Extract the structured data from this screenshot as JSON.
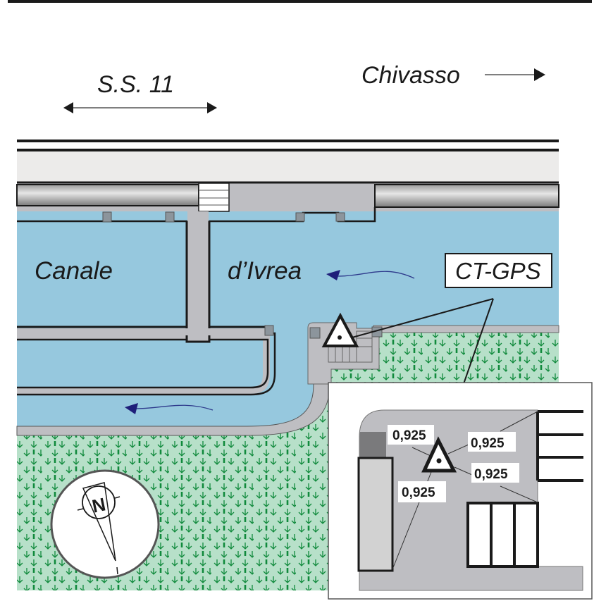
{
  "map": {
    "road_label": "S.S. 11",
    "direction_label": "Chivasso",
    "canal_label_left": "Canale",
    "canal_label_right": "d’Ivrea",
    "station_label": "CT-GPS",
    "compass_letter": "N",
    "inset_measurements": [
      "0,925",
      "0,925",
      "0,925",
      "0,925"
    ],
    "icons": [
      "double-arrow-icon",
      "right-arrow-icon",
      "flow-arrow-icon",
      "survey-triangle-icon",
      "compass-icon",
      "vegetation-pattern-icon"
    ],
    "colors": {
      "water": "#96c8de",
      "concrete": "#bebec2",
      "vegetation": "#b7e0c9",
      "vegetation_mark": "#108a3c",
      "flow_arrow": "#1f1f7a",
      "road": "#ecebea",
      "outline": "#1a1a1a"
    }
  }
}
